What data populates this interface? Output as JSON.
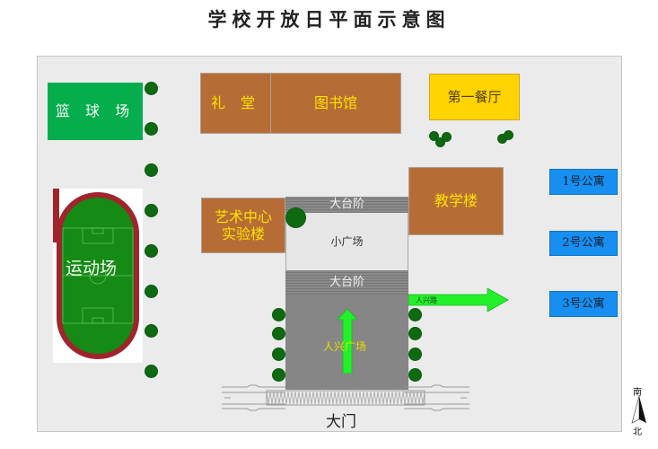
{
  "title": "学校开放日平面示意图",
  "buildings": {
    "basketball_court": "篮 球 场",
    "auditorium": "礼 堂",
    "library": "图书馆",
    "canteen": "第一餐厅",
    "art_center_line1": "艺术中心",
    "art_center_line2": "实验楼",
    "teaching_building": "教学楼",
    "sports_field": "运动场",
    "dorm_1": "1号公寓",
    "dorm_2": "2号公寓",
    "dorm_3": "3号公寓"
  },
  "plaza": {
    "upper_steps": "大台阶",
    "small_square": "小广场",
    "lower_steps": "大台阶",
    "main_square": "人兴广场"
  },
  "road": {
    "label": "人兴路"
  },
  "gate": {
    "label": "大门"
  },
  "compass": {
    "top": "南",
    "bottom": "北"
  },
  "colors": {
    "building": "#b66d35",
    "building_text": "#ffe100",
    "court": "#05ad4d",
    "canteen": "#ffd400",
    "dorm": "#168ff0",
    "arrow": "#22f02a",
    "tree": "#0e6a11",
    "track": "#a0242c",
    "field": "#158a14"
  }
}
